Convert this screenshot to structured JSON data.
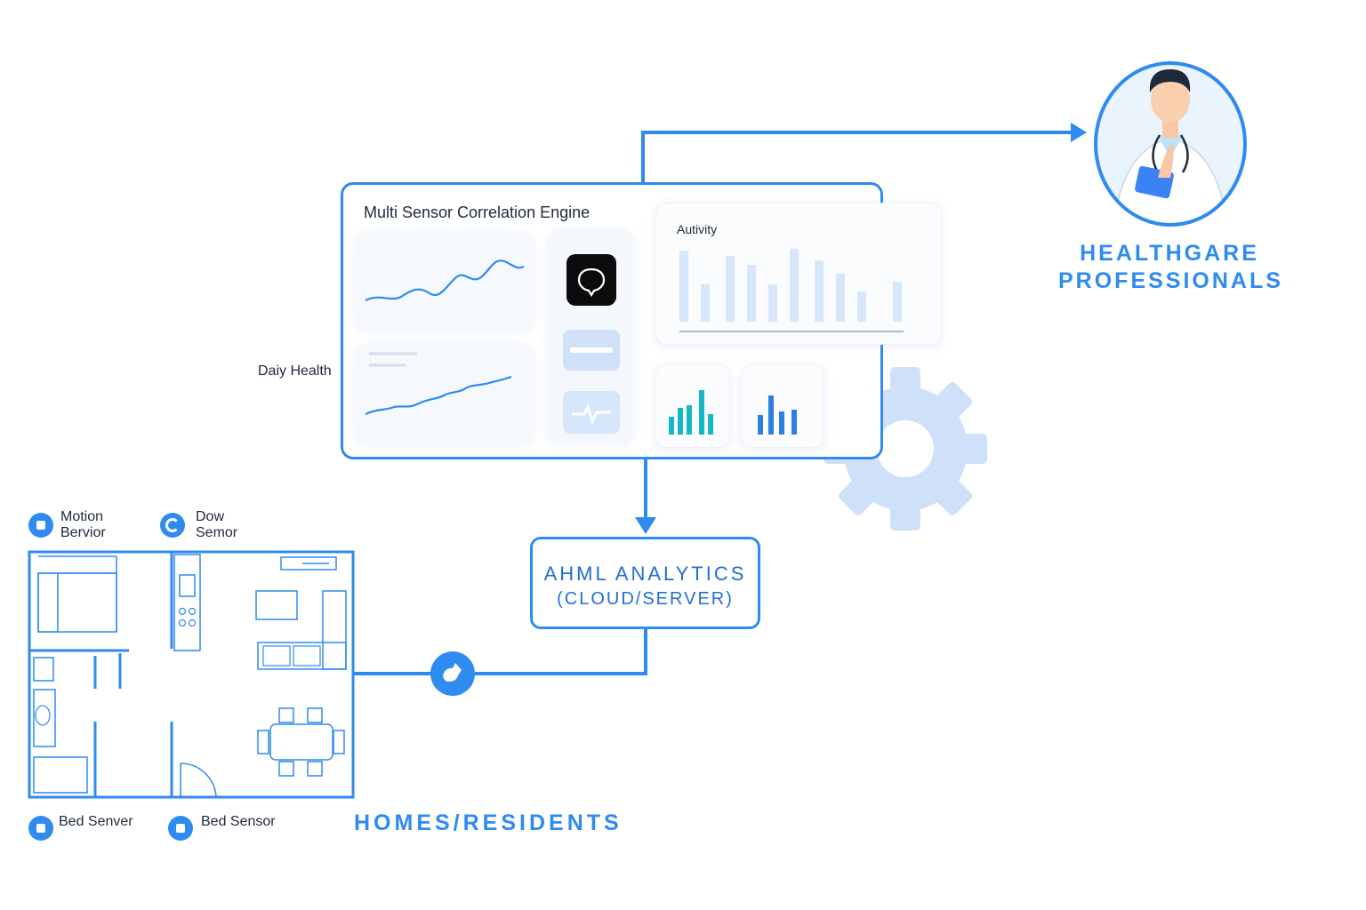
{
  "engine": {
    "title": "Multi Sensor Correlation Engine",
    "activity_label": "Autivity"
  },
  "daily_health_label": "Daiy Health",
  "analytics": {
    "line1": "AHML ANALYTICS",
    "line2": "(CLOUD/SERVER)"
  },
  "healthcare": {
    "line1": "HEALTHGARE",
    "line2": "PROFESSIONALS"
  },
  "homes_label": "HOMES/RESIDENTS",
  "sensors": {
    "motion": {
      "line1": "Motion",
      "line2": "Bervior"
    },
    "door": {
      "line1": "Dow",
      "line2": "Semor"
    },
    "bed1": {
      "label": "Bed Senver"
    },
    "bed2": {
      "label": "Bed Sensor"
    }
  },
  "colors": {
    "accent": "#2f8bf0",
    "accent_dark": "#1f6fd6",
    "gear": "#cfe1f8",
    "teal": "#14b8c4"
  }
}
